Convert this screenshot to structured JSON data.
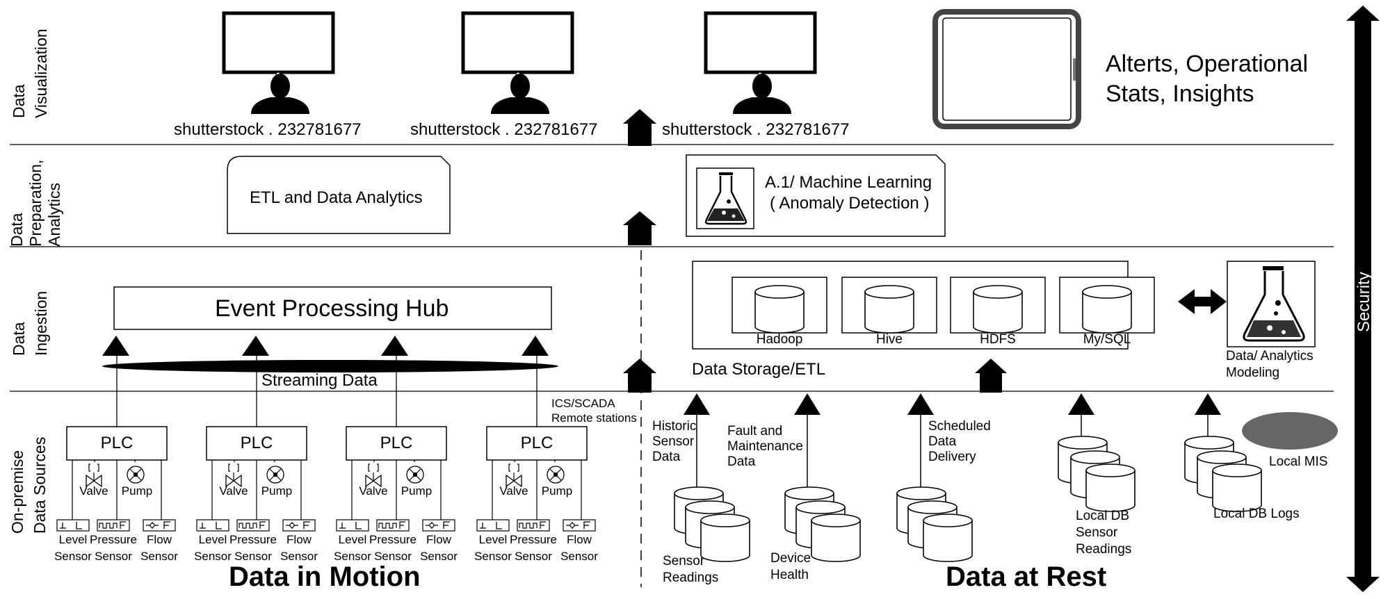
{
  "rows": {
    "visualization": [
      "Data",
      "Visualization"
    ],
    "preparation": [
      "Data",
      "Preparation,",
      "Analytics"
    ],
    "ingestion": [
      "Data",
      "Ingestion"
    ],
    "sources": [
      "On-premise",
      "Data Sources"
    ]
  },
  "visualization": {
    "monitor_captions": [
      "shutterstock . 232781677",
      "shutterstock . 232781677",
      "shutterstock . 232781677"
    ],
    "tablet_text": [
      "Alterts, Operational",
      "Stats, Insights"
    ]
  },
  "preparation": {
    "etl_label": "ETL and Data Analytics",
    "ml_label": [
      "A.1/ Machine Learning",
      "( Anomaly Detection )"
    ]
  },
  "ingestion": {
    "hub_label": "Event Processing Hub",
    "streaming_label": "Streaming Data",
    "storage_dbs": [
      "Hadoop",
      "Hive",
      "HDFS",
      "My/SQL"
    ],
    "storage_label": "Data Storage/ETL",
    "modeling_label": [
      "Data/ Analytics",
      "Modeling"
    ]
  },
  "sources": {
    "plc_label": "PLC",
    "valve_label": "Valve",
    "pump_label": "Pump",
    "sensor_labels": [
      [
        "Level",
        "Sensor"
      ],
      [
        "Pressure",
        "Sensor"
      ],
      [
        "Flow",
        "Sensor"
      ]
    ],
    "ics_label": [
      "ICS/SCADA",
      "Remote stations"
    ],
    "historic": [
      "Historic",
      "Sensor",
      "Data"
    ],
    "sensor_readings": [
      "Sensor",
      "Readings"
    ],
    "fault": [
      "Fault and",
      "Maintenance",
      "Data"
    ],
    "device_health": [
      "Device",
      "Health"
    ],
    "scheduled": [
      "Scheduled",
      "Data",
      "Delivery"
    ],
    "local_db_sensor": [
      "Local DB",
      "Sensor",
      "Readings"
    ],
    "local_db_logs": "Local DB Logs",
    "local_mis": "Local MIS"
  },
  "footer": {
    "motion": "Data in Motion",
    "rest": "Data at Rest"
  },
  "security_label": "Security"
}
